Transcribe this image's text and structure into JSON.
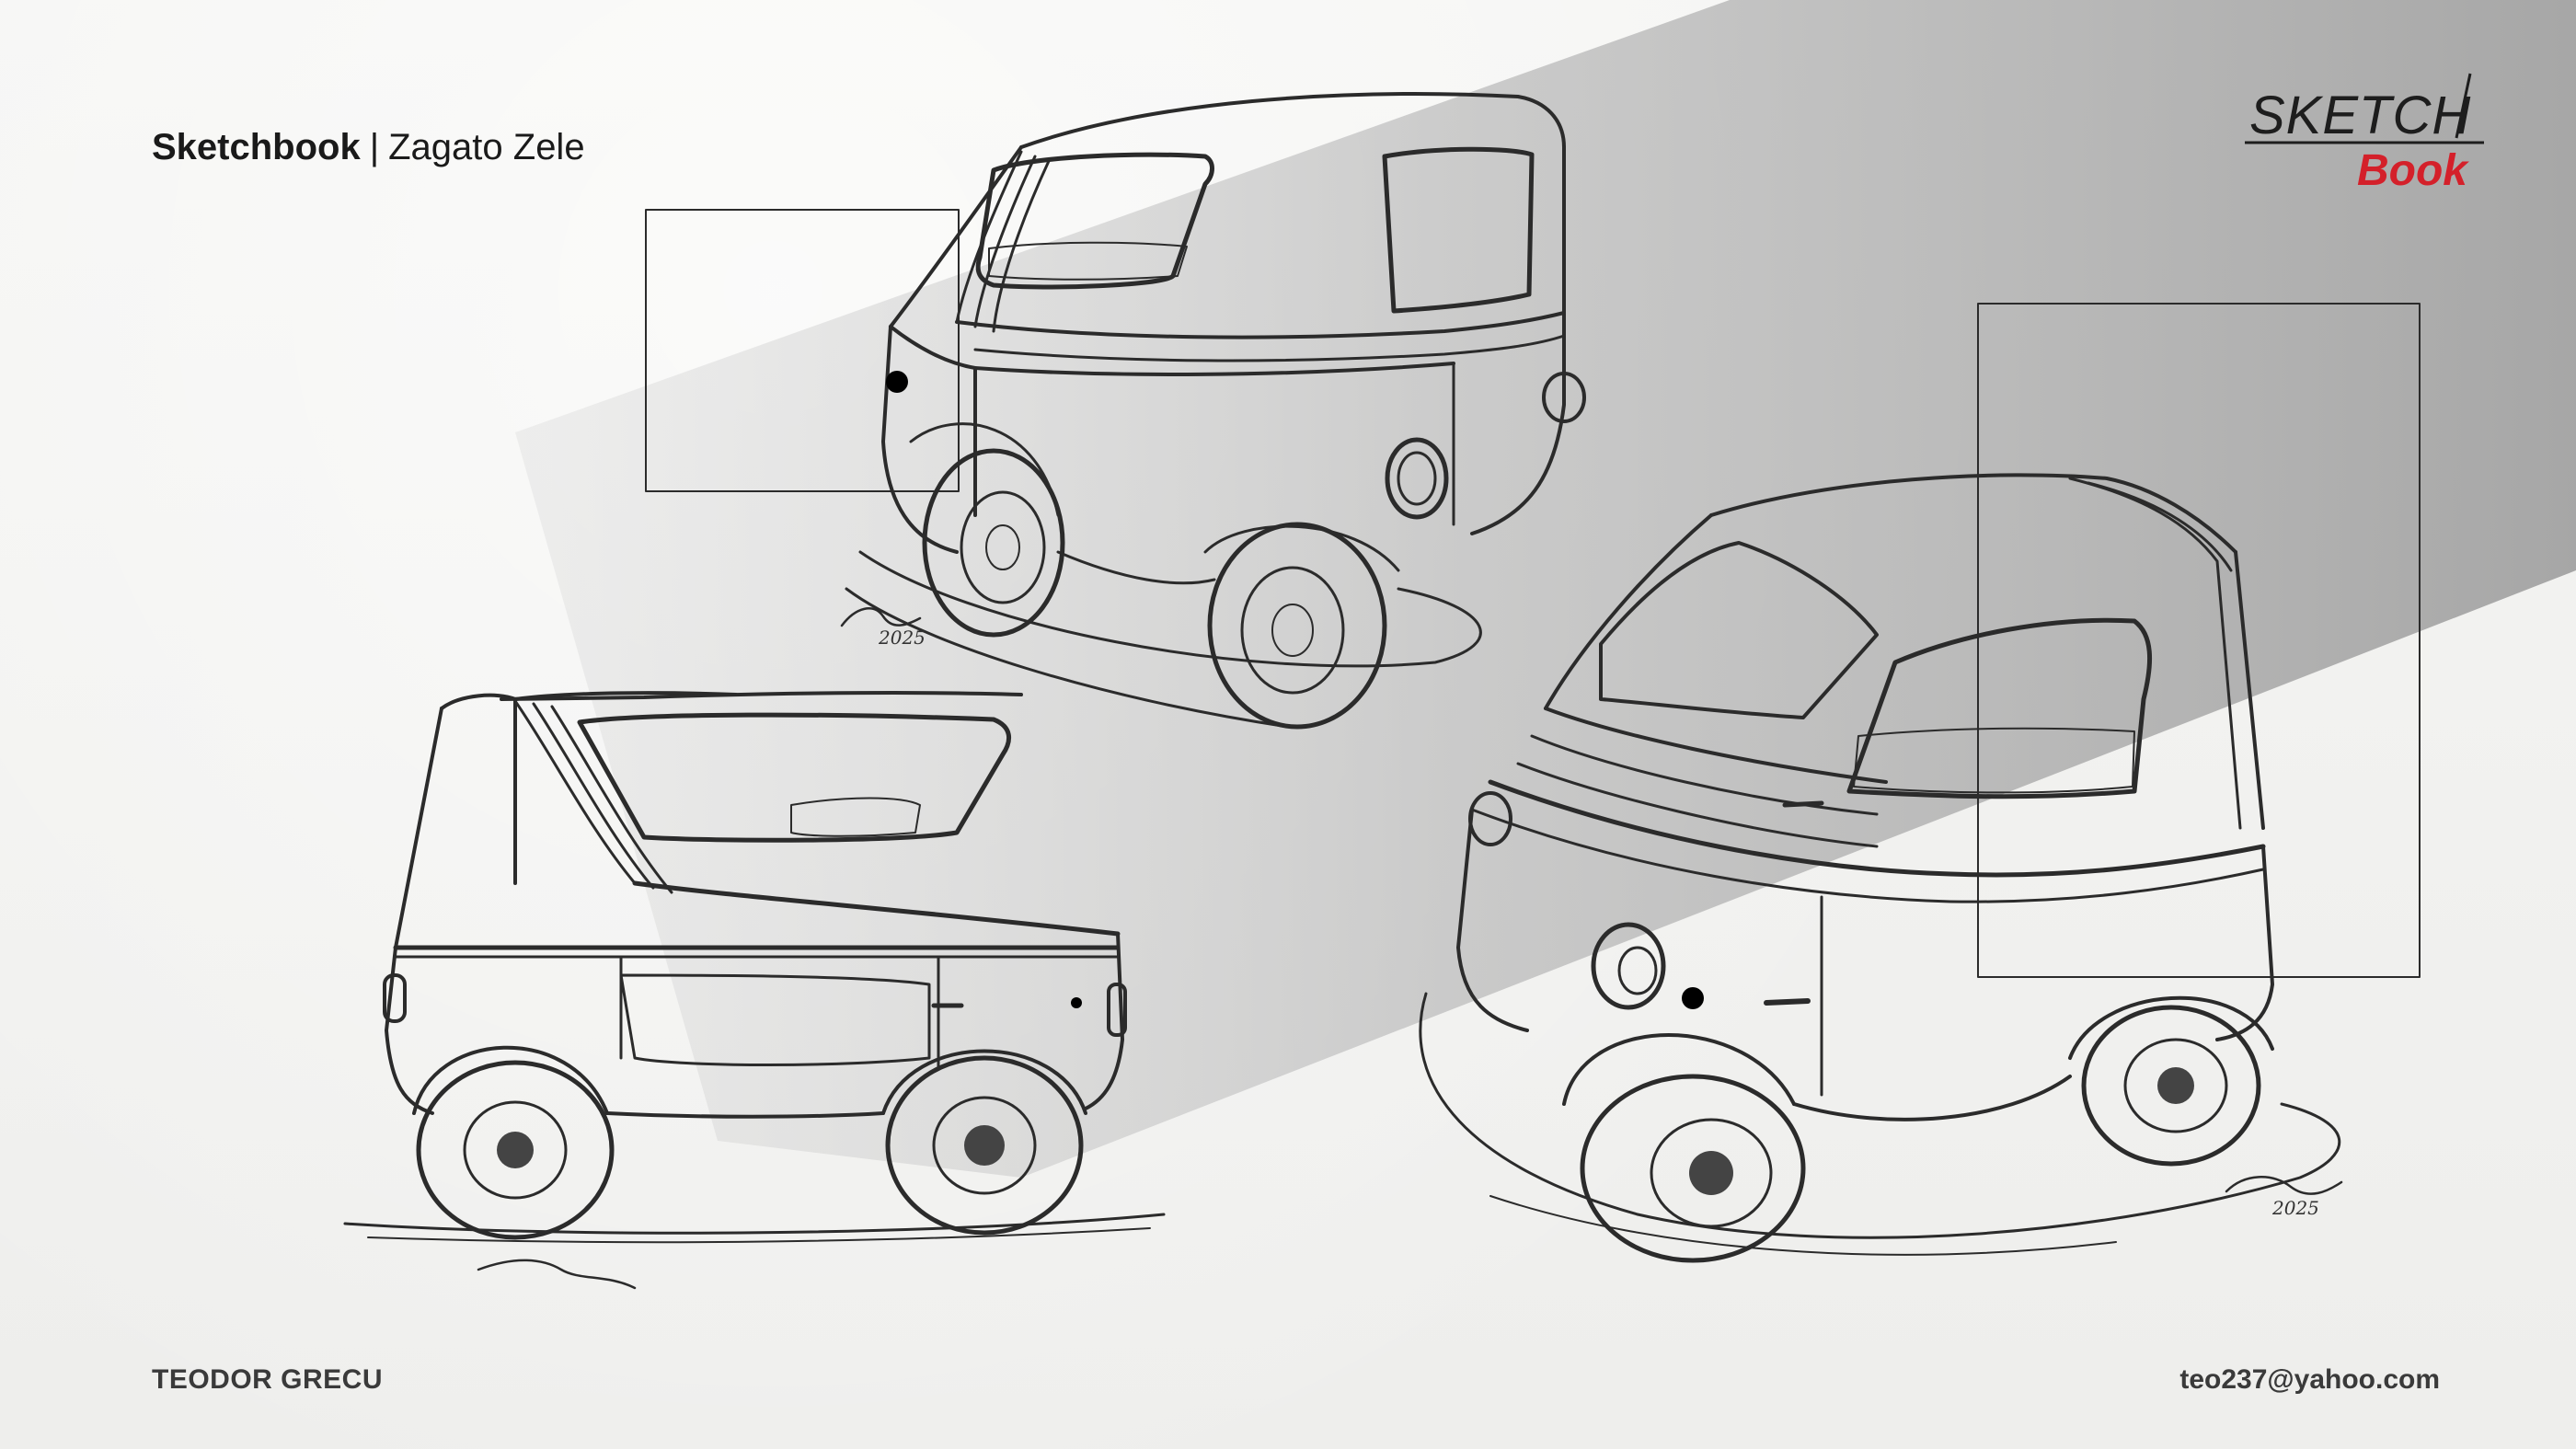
{
  "header": {
    "title_bold": "Sketchbook",
    "separator": "|",
    "title_rest": "Zagato Zele"
  },
  "logo": {
    "line1": "SKETCH",
    "line2": "Book",
    "accent_color": "#d4202a"
  },
  "footer": {
    "author": "TEODOR GRECU",
    "email": "teo237@yahoo.com"
  },
  "artwork": {
    "views": [
      "rear-three-quarter-view",
      "side-view",
      "front-three-quarter-view"
    ],
    "signature_text": "2025"
  }
}
